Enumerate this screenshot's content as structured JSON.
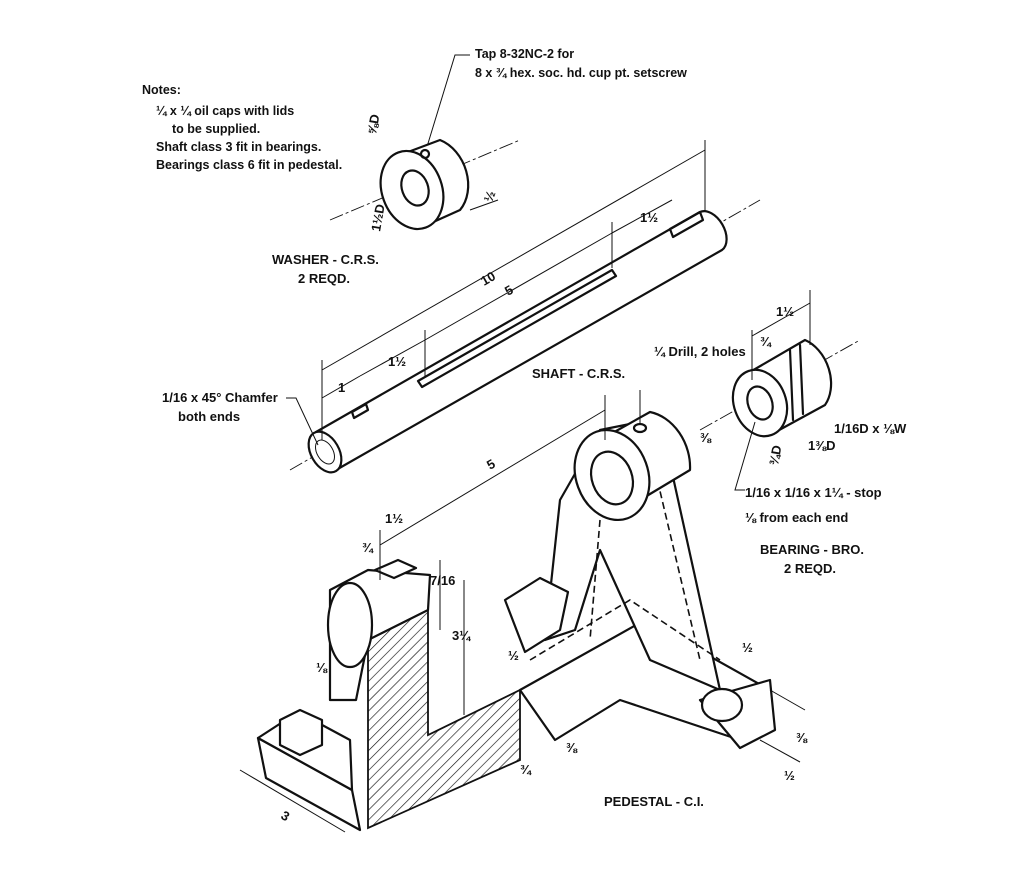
{
  "notes": {
    "title": "Notes:",
    "line1": "¼ x ¼ oil caps with lids",
    "line2": "to be supplied.",
    "line3": "Shaft class 3 fit in bearings.",
    "line4": "Bearings class 6 fit in pedestal."
  },
  "tap_note": {
    "line1": "Tap 8-32NC-2 for",
    "line2": "8 x ¾ hex. soc. hd. cup pt. setscrew"
  },
  "washer": {
    "title": "WASHER - C.R.S.",
    "qty": "2 REQD.",
    "dims": [
      "⅝D",
      "1½D",
      "½"
    ]
  },
  "shaft": {
    "title": "SHAFT - C.R.S.",
    "chamfer_line1": "1/16 x 45° Chamfer",
    "chamfer_line2": "both ends",
    "dims": [
      "10",
      "5",
      "1½",
      "1",
      "1½"
    ]
  },
  "drill_note": "¼ Drill, 2 holes",
  "bearing": {
    "title": "BEARING - BRO.",
    "qty": "2 REQD.",
    "stop_line1": "1/16 x 1/16 x 1¼ - stop",
    "stop_line2": "⅛ from each end",
    "dims": [
      "1½",
      "¾",
      "1/16D x ⅛W",
      "1⅜D",
      "¾D"
    ]
  },
  "pedestal": {
    "title": "PEDESTAL - C.I.",
    "dims": [
      "5",
      "1½",
      "¾",
      "7/16",
      "3¼",
      "½",
      "⅛",
      "3",
      "¾",
      "⅜",
      "⅜",
      "½",
      "½",
      "⅜"
    ]
  }
}
